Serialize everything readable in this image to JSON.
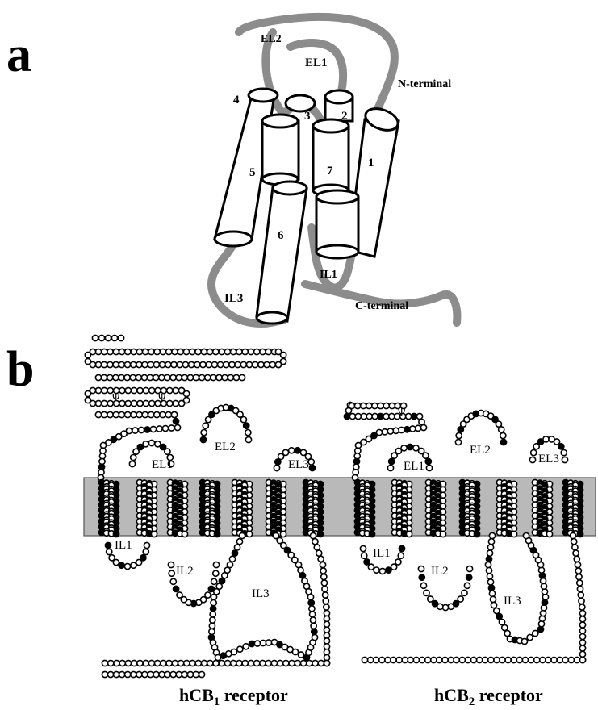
{
  "panel_a": {
    "letter": "a",
    "labels": {
      "el2": "EL2",
      "el1": "EL1",
      "n_terminal": "N-terminal",
      "il1": "IL1",
      "il3": "IL3",
      "c_terminal": "C-terminal"
    },
    "helices": [
      "1",
      "2",
      "3",
      "4",
      "5",
      "6",
      "7"
    ]
  },
  "panel_b": {
    "letter": "b",
    "receptor1": {
      "name_pre": "hCB",
      "name_sub": "1",
      "name_post": " receptor",
      "extracellular_loops": [
        "EL1",
        "EL2",
        "EL3"
      ],
      "intracellular_loops": [
        "IL1",
        "IL2",
        "IL3"
      ],
      "glyco_marks": [
        "Ψ",
        "Ψ"
      ]
    },
    "receptor2": {
      "name_pre": "hCB",
      "name_sub": "2",
      "name_post": " receptor",
      "extracellular_loops": [
        "EL1",
        "EL2",
        "EL3"
      ],
      "intracellular_loops": [
        "IL1",
        "IL2",
        "IL3"
      ],
      "glyco_marks": [
        "Ψ"
      ]
    }
  },
  "colors": {
    "loop_gray": "#8c8c8c",
    "membrane_gray": "#b9b9b9",
    "residue_highlight": "#000000",
    "residue_default": "#ffffff"
  }
}
